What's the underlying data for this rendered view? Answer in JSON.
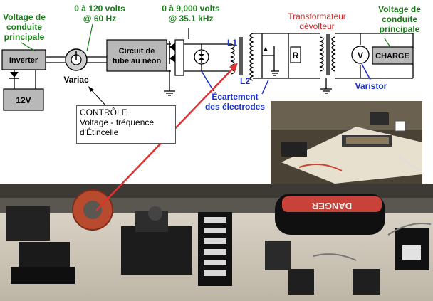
{
  "labels": {
    "voltage_main_left": [
      "Voltage de",
      "conduite",
      "principale"
    ],
    "volts_120": [
      "0 à 120 volts",
      "@ 60 Hz"
    ],
    "volts_9000": [
      "0 à 9,000 volts",
      "@ 35.1 kHz"
    ],
    "transformer": [
      "Transformateur",
      "dévolteur"
    ],
    "voltage_main_right": [
      "Voltage de",
      "conduite",
      "principale"
    ],
    "inverter": "Inverter",
    "battery": "12V",
    "variac": "Variac",
    "neon_circuit": [
      "Circuit de",
      "tube au néon"
    ],
    "l1": "L1",
    "l2": "L2",
    "resistor": "R",
    "voltmeter": "V",
    "charge": "CHARGE",
    "varistor": "Varistor",
    "gap": [
      "Écartement",
      "des électrodes"
    ],
    "control": [
      "CONTRÔLE",
      "Voltage - fréquence",
      "d'Étincelle"
    ],
    "danger": "DANGER"
  },
  "colors": {
    "green_text": "#1a7a1a",
    "blue_text": "#1a2fcf",
    "red_text": "#d22a2a",
    "box_gray": "#b8b8b8",
    "pointer_line": "#e03030"
  }
}
